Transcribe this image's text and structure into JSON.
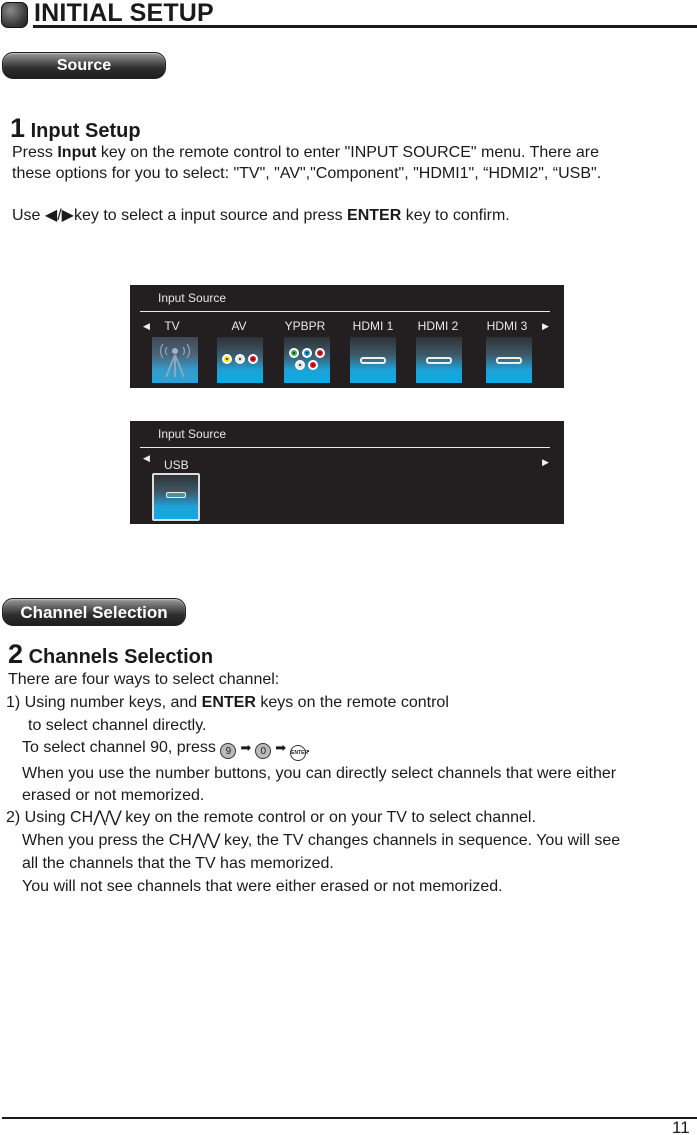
{
  "header": {
    "title": "INITIAL SETUP"
  },
  "section1": {
    "pill": "Source",
    "num": "1",
    "title": "Input Setup",
    "line1_pre": "Press ",
    "line1_bold": "Input",
    "line1_post": " key on the remote control to enter \"INPUT SOURCE\" menu. There are",
    "line2": "these options for you to select:  \"TV\", \"AV\",\"Component\", \"HDMI1\", “HDMI2\", “USB\".",
    "line3_pre": "Use ",
    "line3_keys": "◀/▶",
    "line3_mid": "key to select a input source and press ",
    "line3_bold": "ENTER",
    "line3_post": " key to confirm."
  },
  "menu1": {
    "title": "Input Source",
    "left_arrow": "◀",
    "right_arrow": "▶",
    "sources": [
      {
        "label": "TV",
        "icon": "antenna-icon"
      },
      {
        "label": "AV",
        "icon": "rca-av-icon"
      },
      {
        "label": "YPBPR",
        "icon": "rca-component-icon"
      },
      {
        "label": "HDMI 1",
        "icon": "hdmi-icon"
      },
      {
        "label": "HDMI 2",
        "icon": "hdmi-icon"
      },
      {
        "label": "HDMI 3",
        "icon": "hdmi-icon"
      }
    ]
  },
  "menu2": {
    "title": "Input Source",
    "left_arrow": "◀",
    "right_arrow": "▶",
    "sources": [
      {
        "label": "USB",
        "icon": "usb-icon",
        "selected": true
      }
    ]
  },
  "section2": {
    "pill": "Channel Selection",
    "num": "2",
    "title": "Channels Selection",
    "intro": "There are four ways to select channel:",
    "item1_pre": "1) Using number keys, and ",
    "item1_bold": "ENTER",
    "item1_post": " keys on the remote control",
    "item1_line2": "to select channel directly.",
    "item1_line3_pre": "To select channel 90, press ",
    "key_9": "9",
    "key_0": "0",
    "key_enter": "ENTER",
    "arrow": "➡",
    "item1_line4": "When you use the number buttons, you can directly select channels that were either",
    "item1_line5": "erased or not memorized.",
    "item2_pre": "2) Using CH",
    "ch_keys": "⋀/⋁",
    "item2_post": " key on the remote control or on your TV to select channel.",
    "item2_line2_pre": "When you press the CH",
    "item2_line2_post": " key, the TV changes channels in sequence. You will see",
    "item2_line3": "all the channels that the TV has memorized.",
    "item2_line4": "You will not see channels that were either erased or not memorized."
  },
  "footer": {
    "page": "11"
  }
}
